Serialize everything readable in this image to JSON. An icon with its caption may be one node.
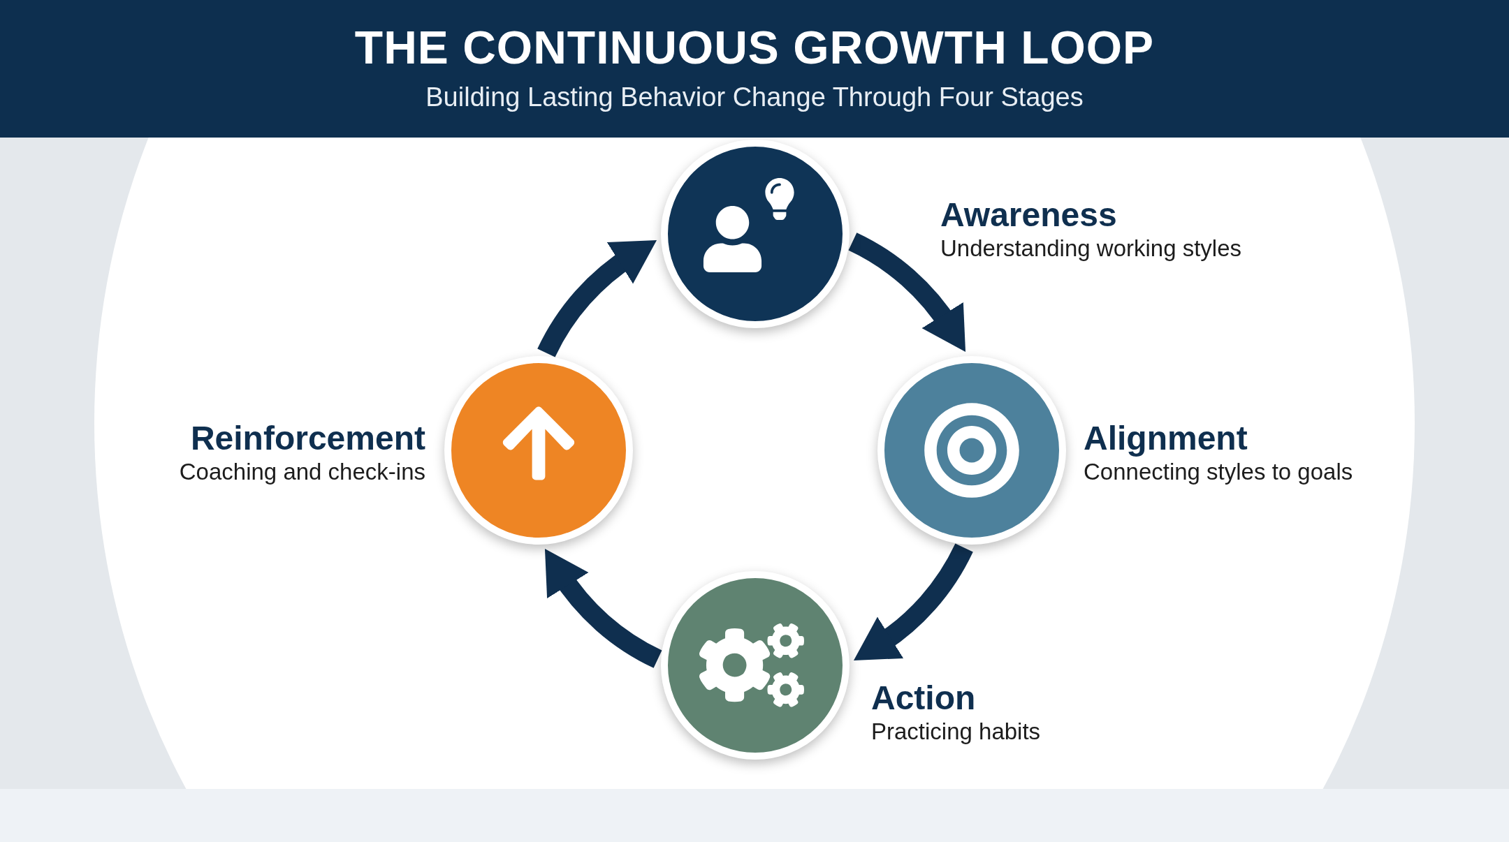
{
  "diagram": {
    "title": "THE CONTINUOUS GROWTH LOOP",
    "caption": "Building Lasting Behavior Change Through Four Stages",
    "nodes": [
      {
        "text": [
          "Awareness",
          "Understanding working styles"
        ]
      },
      {
        "text": [
          "Alignment",
          "Connecting styles to goals"
        ]
      },
      {
        "text": [
          "Action",
          "Practicing habits"
        ]
      },
      {
        "text": [
          "Reinforcement",
          "Coaching and check-ins"
        ]
      }
    ],
    "edges": [
      {
        "from": 0,
        "to": 1,
        "arrow": "to"
      },
      {
        "from": 1,
        "to": 2,
        "arrow": "to"
      },
      {
        "from": 2,
        "to": 3,
        "arrow": "to"
      },
      {
        "from": 3,
        "to": 0,
        "arrow": "to"
      }
    ]
  }
}
